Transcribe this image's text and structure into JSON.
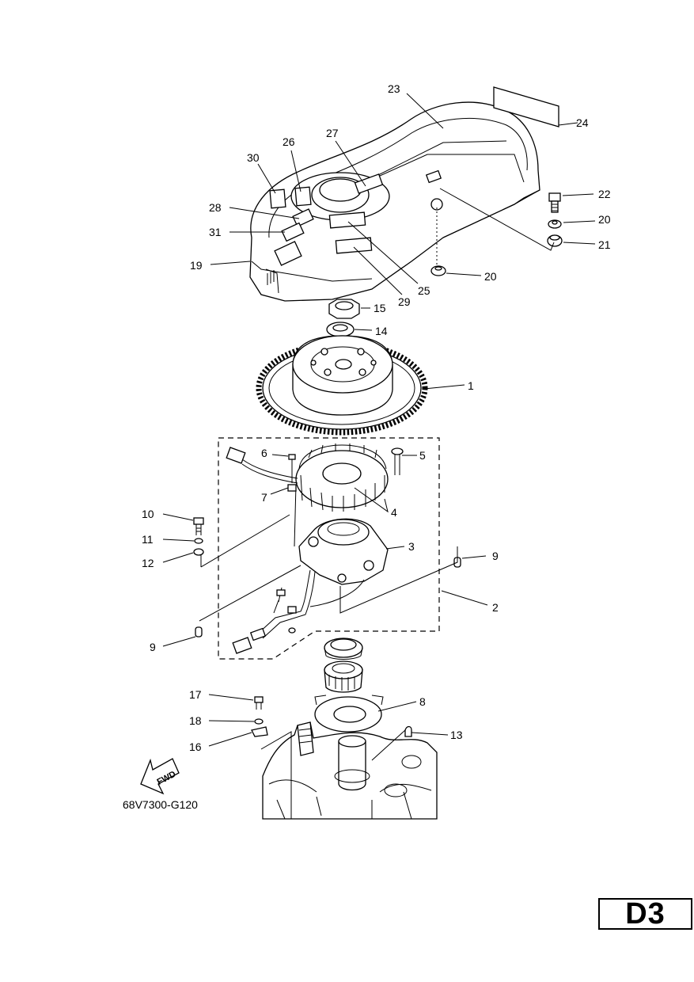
{
  "diagram": {
    "drawing_code": "68V7300-G120",
    "page_tag": "D3",
    "fwd_label": "FWD",
    "callouts": {
      "c1": "1",
      "c2": "2",
      "c3": "3",
      "c4": "4",
      "c5": "5",
      "c6": "6",
      "c7": "7",
      "c8": "8",
      "c9a": "9",
      "c9b": "9",
      "c10": "10",
      "c11": "11",
      "c12": "12",
      "c13": "13",
      "c14": "14",
      "c15": "15",
      "c16": "16",
      "c17": "17",
      "c18": "18",
      "c19": "19",
      "c20a": "20",
      "c20b": "20",
      "c21": "21",
      "c22": "22",
      "c23": "23",
      "c24": "24",
      "c25": "25",
      "c26": "26",
      "c27": "27",
      "c28": "28",
      "c29": "29",
      "c30": "30",
      "c31": "31"
    }
  }
}
